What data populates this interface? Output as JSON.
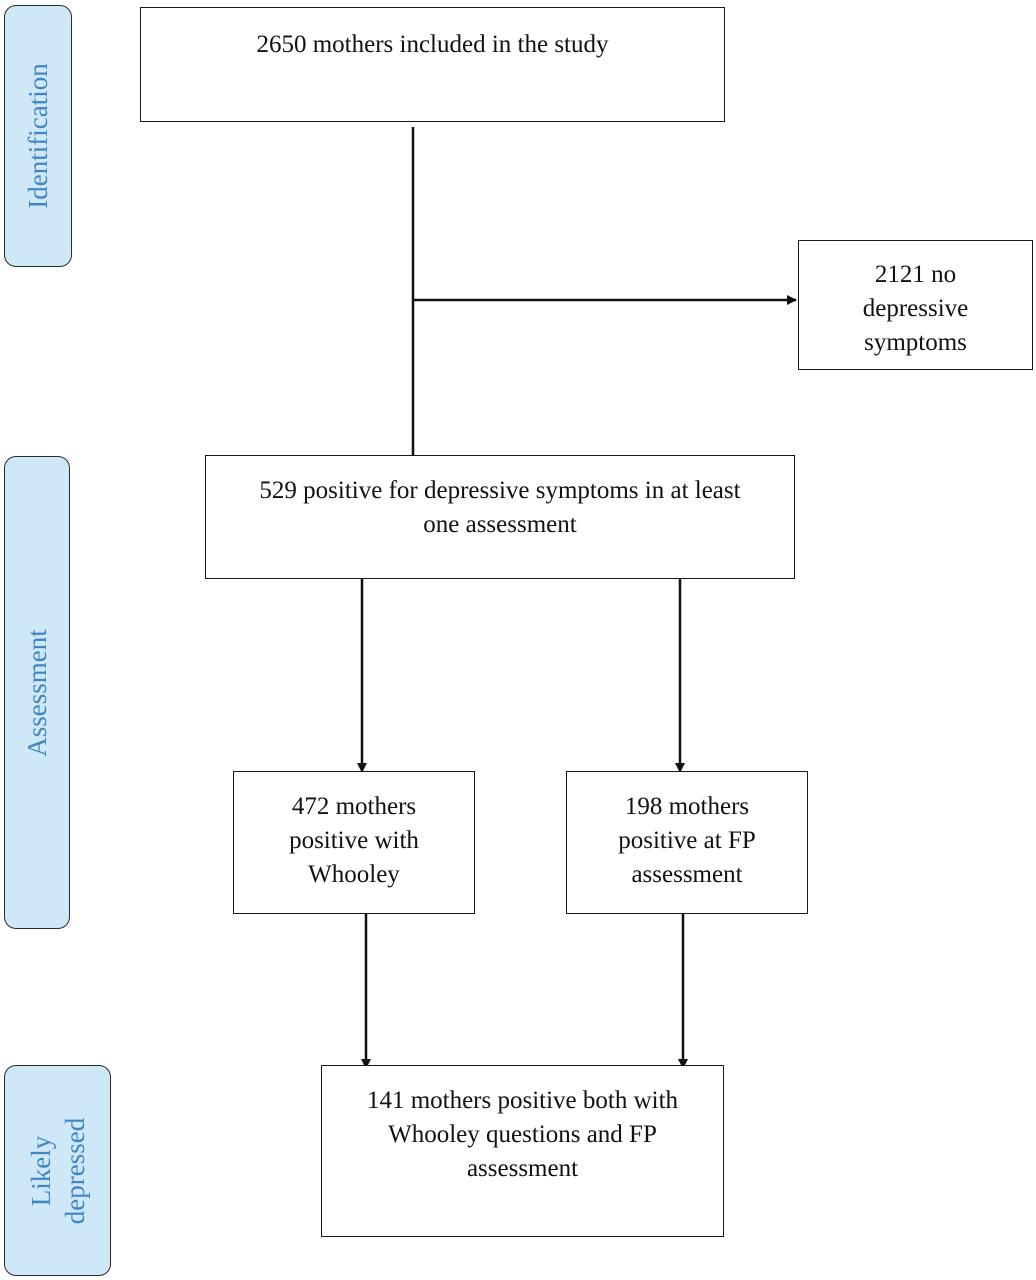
{
  "stages": {
    "identification": [
      "Identification"
    ],
    "assessment": [
      "Assessment"
    ],
    "likely_depressed": [
      "Likely",
      "depressed"
    ]
  },
  "boxes": {
    "included": [
      "2650 mothers included in the study"
    ],
    "no_symptoms": [
      "2121 no",
      "depressive",
      "symptoms"
    ],
    "positive": [
      "529 positive for depressive symptoms in at least",
      "one assessment"
    ],
    "whooley": [
      "472 mothers",
      "positive with",
      "Whooley"
    ],
    "fp": [
      "198 mothers",
      "positive at FP",
      "assessment"
    ],
    "both": [
      "141 mothers positive both with",
      "Whooley questions and FP",
      "assessment"
    ]
  },
  "colors": {
    "stage_fill": "#cfe8f8",
    "stage_text": "#3f86c2",
    "line": "#111111"
  }
}
